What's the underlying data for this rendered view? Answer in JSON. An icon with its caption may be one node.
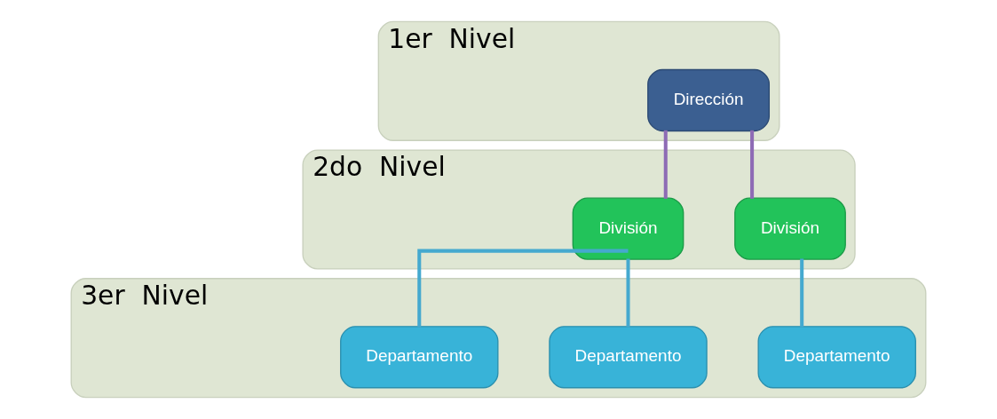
{
  "diagram": {
    "nodes": [
      {
        "text": [
          "1er  Nivel"
        ]
      },
      {
        "text": [
          "Dirección"
        ],
        "in": 0
      },
      {
        "text": [
          "2do  Nivel"
        ]
      },
      {
        "text": [
          "División"
        ],
        "in": 2
      },
      {
        "text": [
          "División"
        ],
        "in": 2
      },
      {
        "text": [
          "3er  Nivel"
        ]
      },
      {
        "text": [
          "Departamento"
        ],
        "in": 5
      },
      {
        "text": [
          "Departamento"
        ],
        "in": 5
      },
      {
        "text": [
          "Departamento"
        ],
        "in": 5
      }
    ],
    "edges": [
      {
        "from": 1,
        "to": 3,
        "arrow": "none",
        "color": "#8e6bb5"
      },
      {
        "from": 1,
        "to": 4,
        "arrow": "none",
        "color": "#8e6bb5"
      },
      {
        "from": 3,
        "to": 6,
        "arrow": "none"
      },
      {
        "from": 3,
        "to": 7,
        "arrow": "none"
      },
      {
        "from": 4,
        "to": 8,
        "arrow": "none"
      }
    ]
  }
}
